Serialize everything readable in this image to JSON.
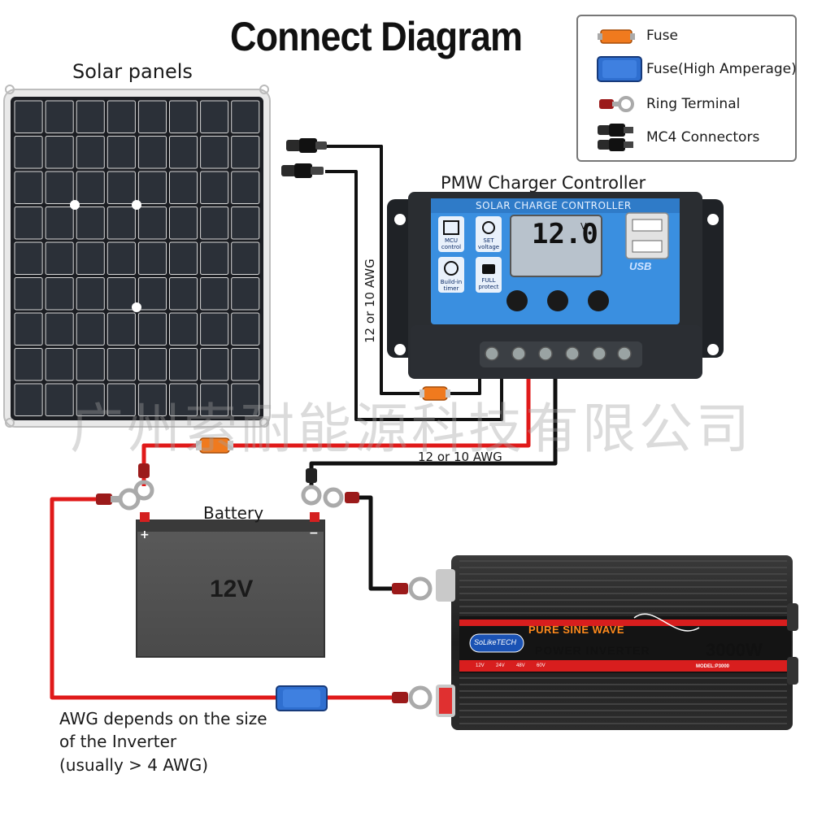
{
  "title": "Connect Diagram",
  "legend": {
    "items": [
      {
        "label": "Fuse",
        "icon": "fuse-icon"
      },
      {
        "label": "Fuse(High Amperage)",
        "icon": "high-amperage-fuse-icon"
      },
      {
        "label": "Ring Terminal",
        "icon": "ring-terminal-icon"
      },
      {
        "label": "MC4 Connectors",
        "icon": "mc4-connector-icon"
      }
    ]
  },
  "labels": {
    "solar_panels": "Solar panels",
    "charger_controller": "PMW Charger Controller",
    "battery": "Battery",
    "battery_voltage": "12V",
    "wire_gauge_vertical": "12 or 10 AWG",
    "wire_gauge_horizontal": "12 or 10 AWG",
    "inverter_note_line1": "AWG depends on the size",
    "inverter_note_line2": "of the Inverter",
    "inverter_note_line3": "(usually  > 4 AWG)"
  },
  "controller": {
    "header": "SOLAR CHARGE CONTROLLER",
    "lcd_value": "12.0",
    "lcd_unit": "V",
    "badge_mcu": "MCU control",
    "badge_set": "SET voltage",
    "badge_timer": "Build-in timer",
    "badge_full": "FULL protect",
    "usb_label": "USB"
  },
  "inverter": {
    "tagline": "PURE SINE WAVE",
    "name": "POWER INVERTER",
    "wattage": "3000W",
    "brand": "SoLikeTECH",
    "model": "MODEL:P3000",
    "voltages": [
      "12V",
      "24V",
      "48V",
      "60V"
    ]
  },
  "watermark": "广州索耐能源科技有限公司",
  "colors": {
    "positive_wire": "#e01a1a",
    "negative_wire": "#111111",
    "controller_panel": "#3a8fe0",
    "fuse": "#f07a1e",
    "high_amperage_fuse": "#2f6fd0",
    "inverter_band": "#d81e1e"
  }
}
